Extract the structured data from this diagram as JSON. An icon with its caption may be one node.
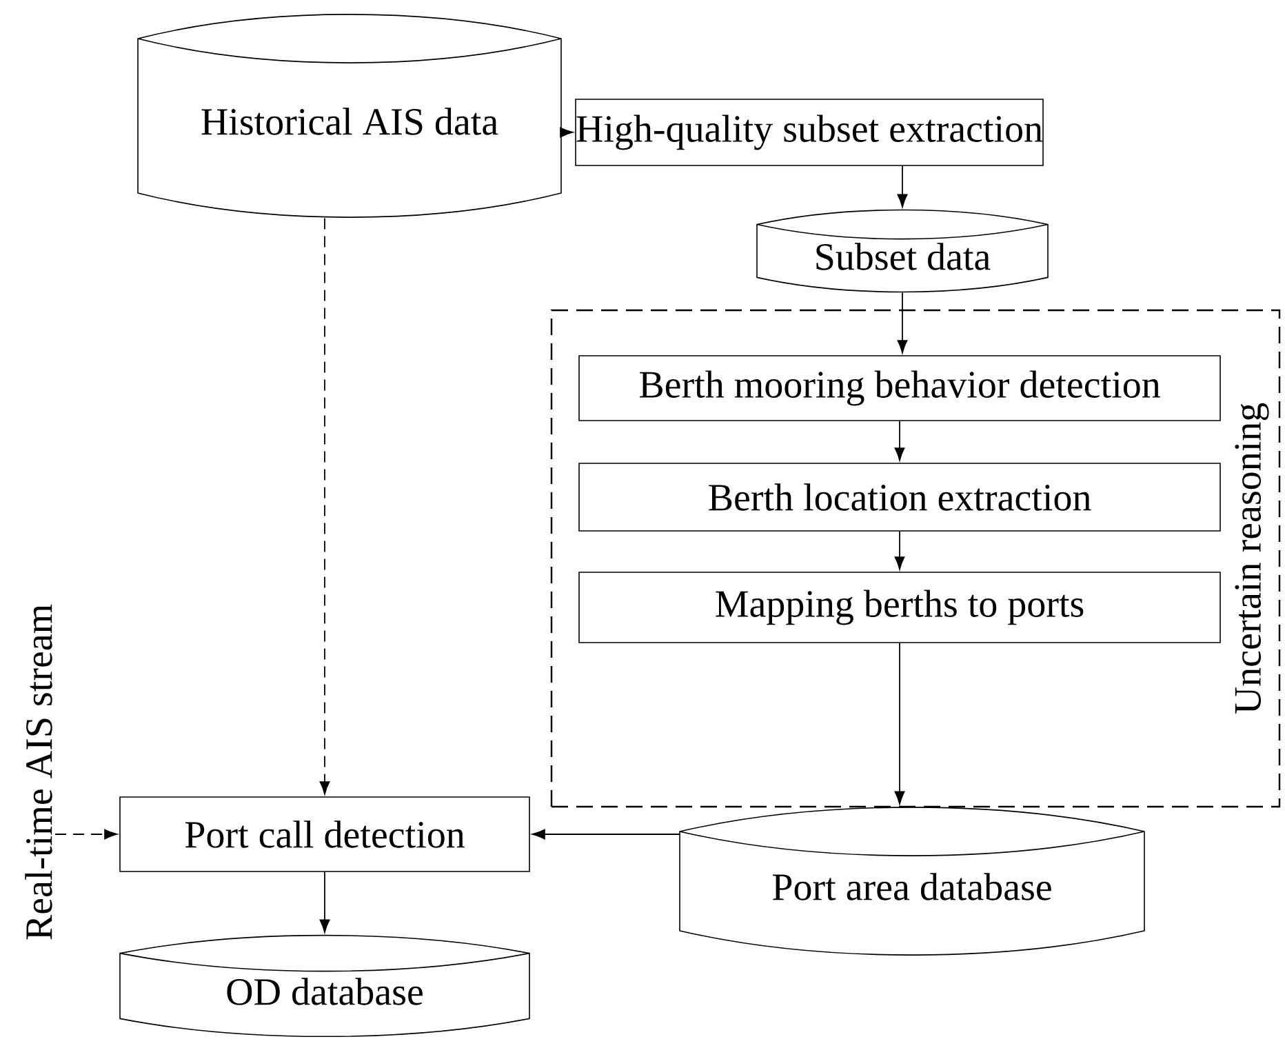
{
  "diagram": {
    "nodes": [
      {
        "text": [
          "Historical AIS data"
        ]
      },
      {
        "text": [
          "High-quality subset extraction"
        ]
      },
      {
        "text": [
          "Subset data"
        ]
      },
      {
        "text": [
          "Uncertain reasoning"
        ]
      },
      {
        "text": [
          "Berth mooring behavior detection"
        ],
        "in": 3
      },
      {
        "text": [
          "Berth location extraction"
        ],
        "in": 3
      },
      {
        "text": [
          "Mapping berths to ports"
        ],
        "in": 3
      },
      {
        "text": [
          "Port area database"
        ]
      },
      {
        "text": [
          "Port call detection"
        ]
      },
      {
        "text": [
          "OD database"
        ]
      },
      {
        "text": [
          "Real-time AIS stream"
        ]
      }
    ],
    "edges": [
      {
        "from": 0,
        "to": 1,
        "arrow": "to"
      },
      {
        "from": 1,
        "to": 2,
        "arrow": "to"
      },
      {
        "from": 2,
        "to": 4,
        "arrow": "to"
      },
      {
        "from": 4,
        "to": 5,
        "arrow": "to"
      },
      {
        "from": 5,
        "to": 6,
        "arrow": "to"
      },
      {
        "from": 6,
        "to": 7,
        "arrow": "to"
      },
      {
        "from": 0,
        "to": 8,
        "arrow": "to",
        "style": "dashed"
      },
      {
        "from": 7,
        "to": 8,
        "arrow": "to"
      },
      {
        "from": 8,
        "to": 9,
        "arrow": "to"
      },
      {
        "from": 10,
        "to": 8,
        "arrow": "to",
        "style": "dashed"
      }
    ]
  }
}
